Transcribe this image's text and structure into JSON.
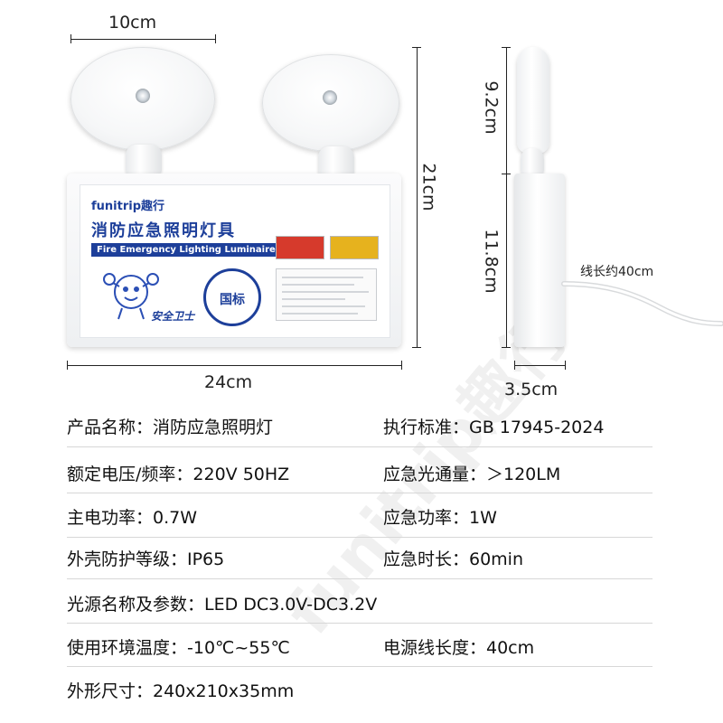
{
  "dimensions": {
    "head_width": "10cm",
    "total_width": "24cm",
    "total_height": "21cm",
    "head_height": "9.2cm",
    "body_height": "11.8cm",
    "depth": "3.5cm",
    "cable_note": "线长约40cm"
  },
  "product_label": {
    "brand": "funitrip趣行",
    "title_cn": "消防应急照明灯具",
    "title_en": "Fire Emergency Lighting Luminaire",
    "badge_text": "国标",
    "mascot_caption": "安全卫士"
  },
  "watermark": "funitrip趣行",
  "specs": [
    {
      "left": "产品名称：消防应急照明灯",
      "right": "执行标准：GB 17945-2024"
    },
    {
      "left": "额定电压/频率：220V  50HZ",
      "right": "应急光通量：＞120LM"
    },
    {
      "left": "主电功率：0.7W",
      "right": "应急功率：1W"
    },
    {
      "left": "外壳防护等级：IP65",
      "right": "应急时长：60min"
    },
    {
      "left": "光源名称及参数：LED   DC3.0V-DC3.2V",
      "right": ""
    },
    {
      "left": "使用环境温度：-10℃~55℃",
      "right": "电源线长度：40cm"
    },
    {
      "left": "外形尺寸：240x210x35mm",
      "right": ""
    }
  ],
  "colors": {
    "brand_blue": "#1d3f9a",
    "cert_red": "#d63a2c",
    "cert_yellow": "#e6b21e"
  }
}
